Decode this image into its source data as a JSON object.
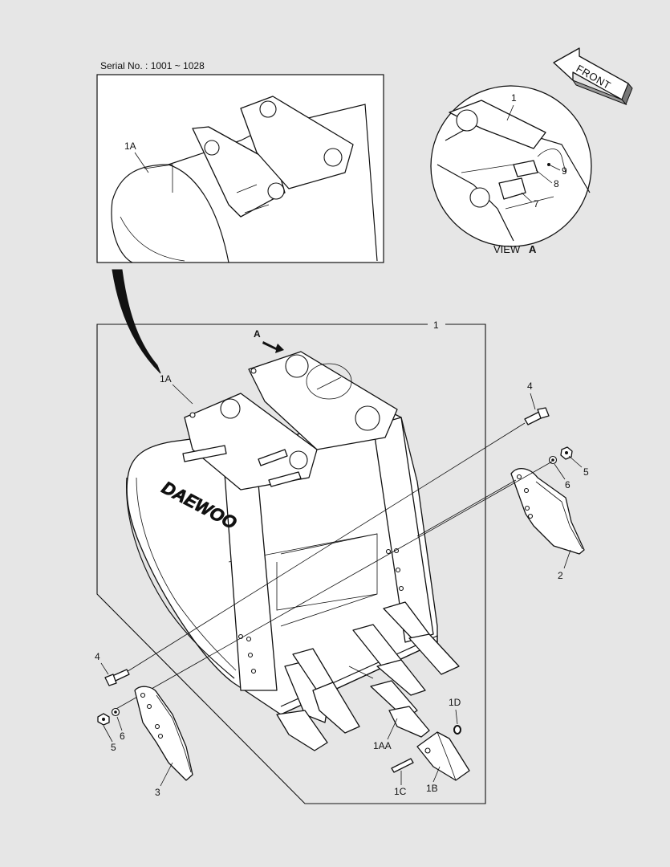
{
  "header": {
    "serial_text": "Serial No. : 1001 ~ 1028"
  },
  "badges": {
    "front_label": "FRONT"
  },
  "view": {
    "label": "VIEW",
    "letter": "A"
  },
  "arrow": {
    "letter": "A"
  },
  "logo": {
    "text": "DAEWOO"
  },
  "callouts": {
    "c1_view": "1",
    "c1a_top": "1A",
    "c9": "9",
    "c8": "8",
    "c7": "7",
    "c1_main": "1",
    "c1a_main": "1A",
    "c4_right": "4",
    "c5_right": "5",
    "c6_right": "6",
    "c2": "2",
    "c4_left": "4",
    "c6_left": "6",
    "c5_left": "5",
    "c3": "3",
    "c1d": "1D",
    "c1aa": "1AA",
    "c1c": "1C",
    "c1b": "1B"
  }
}
